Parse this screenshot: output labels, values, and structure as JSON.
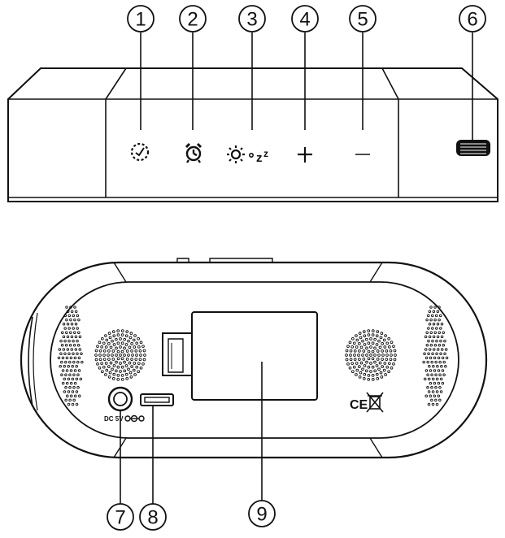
{
  "callouts_top": [
    {
      "label": "1",
      "part": "time-set-button"
    },
    {
      "label": "2",
      "part": "alarm-button"
    },
    {
      "label": "3",
      "part": "dimmer-snooze-button"
    },
    {
      "label": "4",
      "part": "plus-button"
    },
    {
      "label": "5",
      "part": "minus-button"
    },
    {
      "label": "6",
      "part": "side-switch"
    }
  ],
  "callouts_bottom": [
    {
      "label": "7",
      "part": "dc-jack"
    },
    {
      "label": "8",
      "part": "usb-port"
    },
    {
      "label": "9",
      "part": "battery-compartment"
    }
  ],
  "icons": {
    "button_1": "clock-set-icon",
    "button_2": "alarm-clock-icon",
    "button_3": "sun-snooze-icon",
    "button_4": "plus-icon",
    "button_5": "minus-icon"
  },
  "labels": {
    "dc_in": "DC 5V",
    "ce_mark": "CE"
  },
  "colors": {
    "line": "#111111",
    "background": "#ffffff"
  }
}
